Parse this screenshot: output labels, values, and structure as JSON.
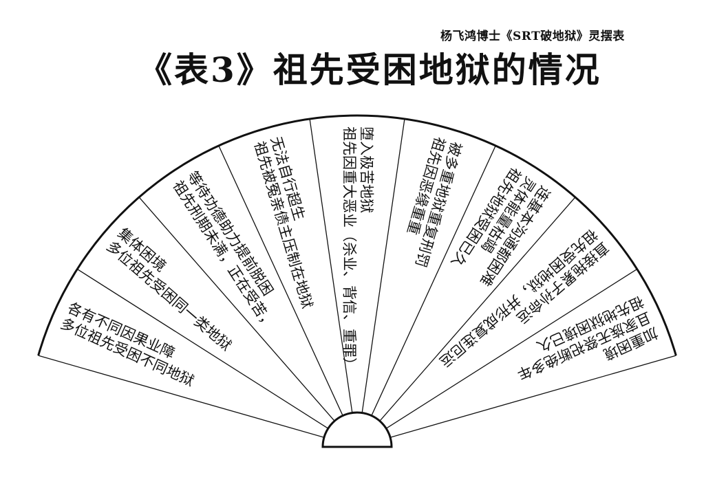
{
  "header": {
    "subtitle": "杨飞鸿博士《SRT破地狱》灵摆表",
    "title": "《表3》祖先受困地狱的情况"
  },
  "sectors": [
    {
      "lines": [
        "多位祖先受困不同地狱",
        "各有不同因果业障"
      ]
    },
    {
      "lines": [
        "多位祖先受困同一类地狱",
        "集体困境"
      ]
    },
    {
      "lines": [
        "祖先刑期未满，正在受苦，",
        "等待功德助力提前脱困"
      ]
    },
    {
      "lines": [
        "祖先被冤亲债主压制在地狱",
        "无法自行超生"
      ]
    },
    {
      "lines": [
        "祖先因重大恶业（杀业、背信、重罪）",
        "堕入极苦地狱"
      ]
    },
    {
      "lines": [
        "祖先因恶缘重重",
        "被多重地狱重复刑罚"
      ]
    },
    {
      "lines": [
        "祖先地狱受困已久",
        "灵体能量枯竭",
        "连基本沟通都困难"
      ]
    },
    {
      "lines": [
        "祖先受困地狱，并形成复连厄运",
        "直接拖累子孙命运"
      ]
    },
    {
      "lines": [
        "祖先地狱困境已久",
        "且家族无祭祀断绝多年",
        "加重困境"
      ]
    }
  ]
}
